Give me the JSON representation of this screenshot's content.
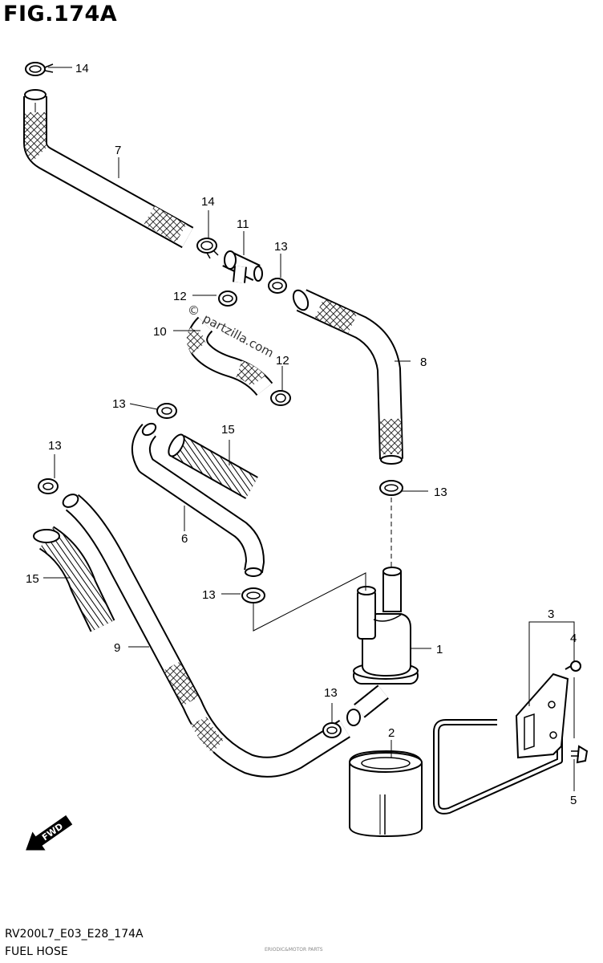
{
  "figure": {
    "title": "FIG.174A",
    "code": "RV200L7_E03_E28_174A",
    "name": "FUEL HOSE",
    "fine_print": "ERIODIC&MOTOR PARTS"
  },
  "watermark": {
    "symbol": "©",
    "text": "partzilla.com"
  },
  "fwd_label": "FWD",
  "callouts": {
    "p1": "1",
    "p2": "2",
    "p3": "3",
    "p4": "4",
    "p5": "5",
    "p6": "6",
    "p7": "7",
    "p8": "8",
    "p9": "9",
    "p10": "10",
    "p11": "11",
    "p12a": "12",
    "p12b": "12",
    "p13a": "13",
    "p13b": "13",
    "p13c": "13",
    "p13d": "13",
    "p13e": "13",
    "p13f": "13",
    "p14a": "14",
    "p14b": "14",
    "p15a": "15",
    "p15b": "15"
  }
}
